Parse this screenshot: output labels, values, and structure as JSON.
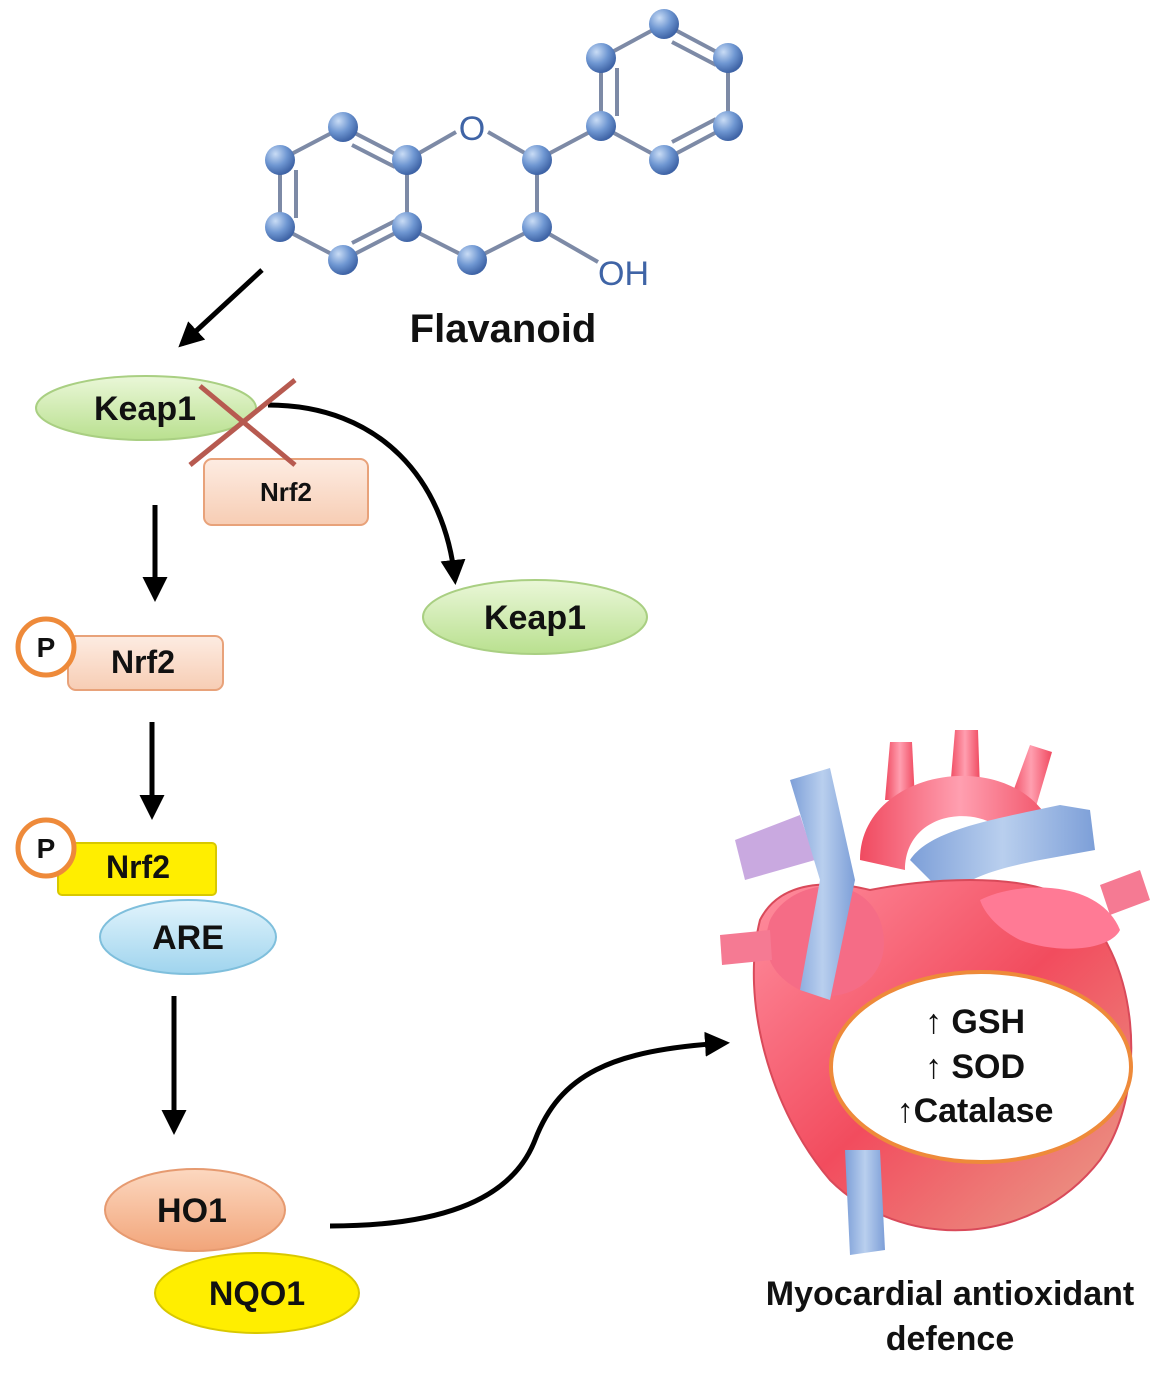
{
  "molecule": {
    "oxygen_label": "O",
    "hydroxyl_label": "OH",
    "name": "Flavanoid",
    "atom_color": "#5b86c7",
    "bond_color": "#7d8aa6"
  },
  "nodes": {
    "keap1_bound": "Keap1",
    "nrf2_bound": "Nrf2",
    "keap1_released": "Keap1",
    "p_badge_1": "P",
    "nrf2_phos": "Nrf2",
    "p_badge_2": "P",
    "nrf2_active": "Nrf2",
    "are": "ARE",
    "ho1": "HO1",
    "nqo1": "NQO1"
  },
  "heart": {
    "lines": [
      "↑ GSH",
      "↑ SOD",
      "↑Catalase"
    ]
  },
  "caption": {
    "line1": "Myocardial antioxidant",
    "line2": "defence"
  },
  "colors": {
    "keap1_fill": "#c9e9a8",
    "nrf2_fill": "#fbdcca",
    "nrf2_stroke": "#e8a27a",
    "p_stroke": "#ee8a3a",
    "active_yellow": "#ffee00",
    "are_fill": "#bde3f4",
    "ho1_fill": "#f6b98f",
    "cross_color": "#b75a50",
    "heart_red": "#f0505f",
    "vessel_blue": "#8fb0dd"
  }
}
